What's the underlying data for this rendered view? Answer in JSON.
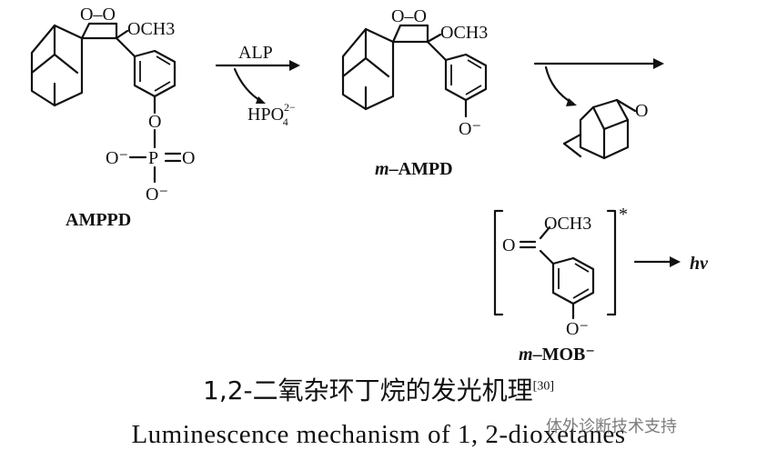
{
  "labels": {
    "o_o_1": "O–O",
    "och3_1": "OCH3",
    "o_link": "O",
    "o_minus_left": "O⁻",
    "p": "P",
    "o_right": "O",
    "o_minus_bottom": "O⁻",
    "amppd": "AMPPD",
    "alp": "ALP",
    "hpo4": "HPO",
    "hpo4_sup": "2−",
    "hpo4_sub": "4",
    "o_o_2": "O–O",
    "och3_2": "OCH3",
    "o_minus_mid": "O⁻",
    "m_prefix_1": "m",
    "ampd": "–AMPD",
    "ketone_o": "O",
    "o_carbonyl": "O",
    "och3_3": "OCH3",
    "o_minus_mob": "O⁻",
    "m_prefix_2": "m",
    "mob": "–MOB⁻",
    "star": "*",
    "hv": "hν"
  },
  "caption": {
    "cn": "1,2-二氧杂环丁烷的发光机理",
    "ref": "[30]",
    "en": "Luminescence mechanism of 1, 2-dioxetanes"
  },
  "watermark": "体外诊断技术支持"
}
